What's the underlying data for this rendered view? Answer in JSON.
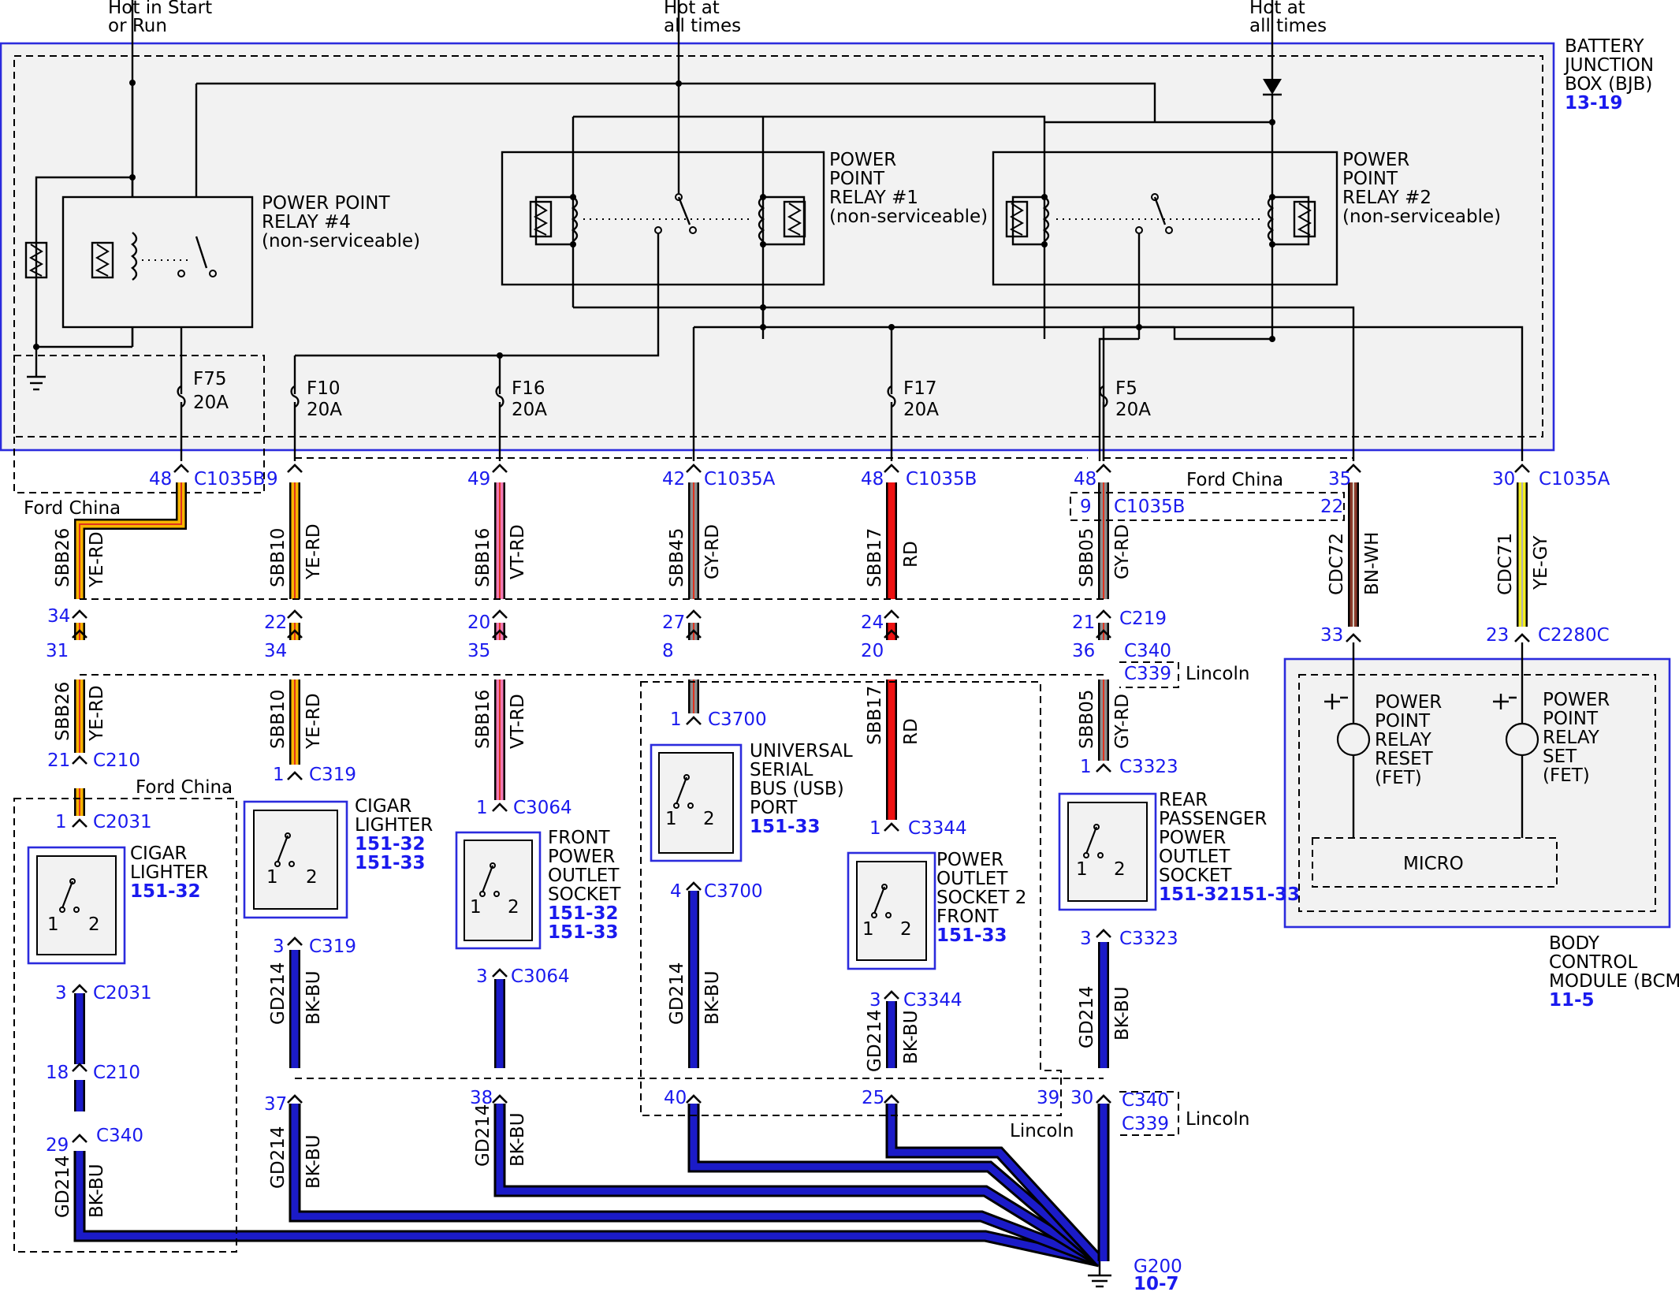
{
  "supplies": {
    "start_run": [
      "Hot in Start",
      "or Run"
    ],
    "hot_all_1": [
      "Hot at",
      "all times"
    ],
    "hot_all_2": [
      "Hot at",
      "all times"
    ]
  },
  "bjb": {
    "lines": [
      "BATTERY",
      "JUNCTION",
      "BOX (BJB)"
    ],
    "ref": "13-19"
  },
  "relays": {
    "r4": [
      "POWER POINT",
      "RELAY #4",
      "(non-serviceable)"
    ],
    "r1": [
      "POWER",
      "POINT",
      "RELAY #1",
      "(non-serviceable)"
    ],
    "r2": [
      "POWER",
      "POINT",
      "RELAY #2",
      "(non-serviceable)"
    ]
  },
  "fuses": [
    {
      "name": "F75",
      "rating": "20A"
    },
    {
      "name": "F10",
      "rating": "20A"
    },
    {
      "name": "F16",
      "rating": "20A"
    },
    {
      "name": "F17",
      "rating": "20A"
    },
    {
      "name": "F5",
      "rating": "20A"
    }
  ],
  "connectors": {
    "c1035b_a": "C1035B",
    "c1035a_a": "C1035A",
    "c1035b_b": "C1035B",
    "c1035b_c": "C1035B",
    "c1035a_b": "C1035A",
    "c219": "C219",
    "c340_top": "C340",
    "c339_top": "C339",
    "c210_a": "C210",
    "c2031_a": "C2031",
    "c319_a": "C319",
    "c3064_a": "C3064",
    "c3700_a": "C3700",
    "c3344_a": "C3344",
    "c3323_a": "C3323",
    "c2031_b": "C2031",
    "c319_b": "C319",
    "c3064_b": "C3064",
    "c3700_b": "C3700",
    "c3344_b": "C3344",
    "c3323_b": "C3323",
    "c210_b": "C210",
    "c340_a": "C340",
    "c340_b": "C340",
    "c339_b": "C339",
    "c2280c": "C2280C",
    "g200": "G200",
    "g200_ref": "10-7"
  },
  "pins": {
    "p48a": "48",
    "p9a": "9",
    "p49": "49",
    "p42": "42",
    "p48b": "48",
    "p48c": "48",
    "p9b": "9",
    "p22": "22",
    "p35": "35",
    "p30": "30",
    "p34a": "34",
    "p31": "31",
    "p22b": "22",
    "p34b": "34",
    "p20a": "20",
    "p35b": "35",
    "p27": "27",
    "p8": "8",
    "p24": "24",
    "p20b": "20",
    "p21a": "21",
    "p36": "36",
    "p21b": "21",
    "p1a": "1",
    "p1b": "1",
    "p1c": "1",
    "p1d": "1",
    "p1e": "1",
    "p1f": "1",
    "p3a": "3",
    "p3b": "3",
    "p3c": "3",
    "p4": "4",
    "p3d": "3",
    "p3e": "3",
    "p18": "18",
    "p29": "29",
    "p37": "37",
    "p38": "38",
    "p40": "40",
    "p25": "25",
    "p39": "39",
    "p30b": "30",
    "p33": "33",
    "p23": "23"
  },
  "circuits": {
    "sbb26a": "SBB26",
    "yerd1": "YE-RD",
    "sbb10a": "SBB10",
    "yerd2": "YE-RD",
    "sbb16a": "SBB16",
    "vtrd1": "VT-RD",
    "sbb45": "SBB45",
    "gyrd1": "GY-RD",
    "sbb17a": "SBB17",
    "rd1": "RD",
    "sbb05a": "SBB05",
    "gyrd2": "GY-RD",
    "cdc72": "CDC72",
    "bnwh": "BN-WH",
    "cdc71": "CDC71",
    "yegy": "YE-GY",
    "sbb26b": "SBB26",
    "yerd3": "YE-RD",
    "sbb10b": "SBB10",
    "yerd4": "YE-RD",
    "sbb16b": "SBB16",
    "vtrd2": "VT-RD",
    "sbb17b": "SBB17",
    "rd2": "RD",
    "sbb05b": "SBB05",
    "gyrd3": "GY-RD",
    "gd214a": "GD214",
    "bkbu1": "BK-BU",
    "gd214b": "GD214",
    "bkbu2": "BK-BU",
    "gd214c": "GD214",
    "bkbu3": "BK-BU",
    "gd214d": "GD214",
    "bkbu4": "BK-BU",
    "gd214e": "GD214",
    "bkbu5": "BK-BU",
    "gd214f": "GD214",
    "bkbu6": "BK-BU",
    "gd214g": "GD214",
    "bkbu7": "BK-BU"
  },
  "notes": {
    "ford_china_1": "Ford China",
    "ford_china_2": "Ford China",
    "ford_china_3": "Ford China",
    "lincoln_1": "Lincoln",
    "lincoln_2": "Lincoln",
    "lincoln_3": "Lincoln"
  },
  "components": {
    "cigar1": {
      "lines": [
        "CIGAR",
        "LIGHTER"
      ],
      "ref": "151-32"
    },
    "cigar2": {
      "lines": [
        "CIGAR",
        "LIGHTER"
      ],
      "ref1": "151-32",
      "ref2": "151-33"
    },
    "front": {
      "lines": [
        "FRONT",
        "POWER",
        "OUTLET",
        "SOCKET"
      ],
      "ref1": "151-32",
      "ref2": "151-33"
    },
    "usb": {
      "lines": [
        "UNIVERSAL",
        "SERIAL",
        "BUS (USB)",
        "PORT"
      ],
      "ref": "151-33"
    },
    "socket2": {
      "lines": [
        "POWER",
        "OUTLET",
        "SOCKET 2",
        "FRONT"
      ],
      "ref": "151-33"
    },
    "rear": {
      "lines": [
        "REAR",
        "PASSENGER",
        "POWER",
        "OUTLET",
        "SOCKET"
      ],
      "ref": "151-32151-33"
    }
  },
  "bcm": {
    "reset": [
      "POWER",
      "POINT",
      "RELAY",
      "RESET",
      "(FET)"
    ],
    "set": [
      "POWER",
      "POINT",
      "RELAY",
      "SET",
      "(FET)"
    ],
    "micro": "MICRO",
    "lines": [
      "BODY",
      "CONTROL",
      "MODULE (BCM)"
    ],
    "ref": "11-5"
  },
  "switch_pins": {
    "one": "1",
    "two": "2"
  },
  "wire_colors": {
    "ye_rd": "#f7b500",
    "ye_rd_stripe": "#e0331f",
    "vt_rd": "#f27ab5",
    "gy_rd": "#8e8e8e",
    "rd": "#ee1111",
    "bn_wh": "#8a3b2b",
    "ye_gy": "#f2ee1f",
    "bk_bu": "#1b1bc8",
    "frame_blue": "#2b2bdd",
    "label_blue": "#1a1aee"
  }
}
